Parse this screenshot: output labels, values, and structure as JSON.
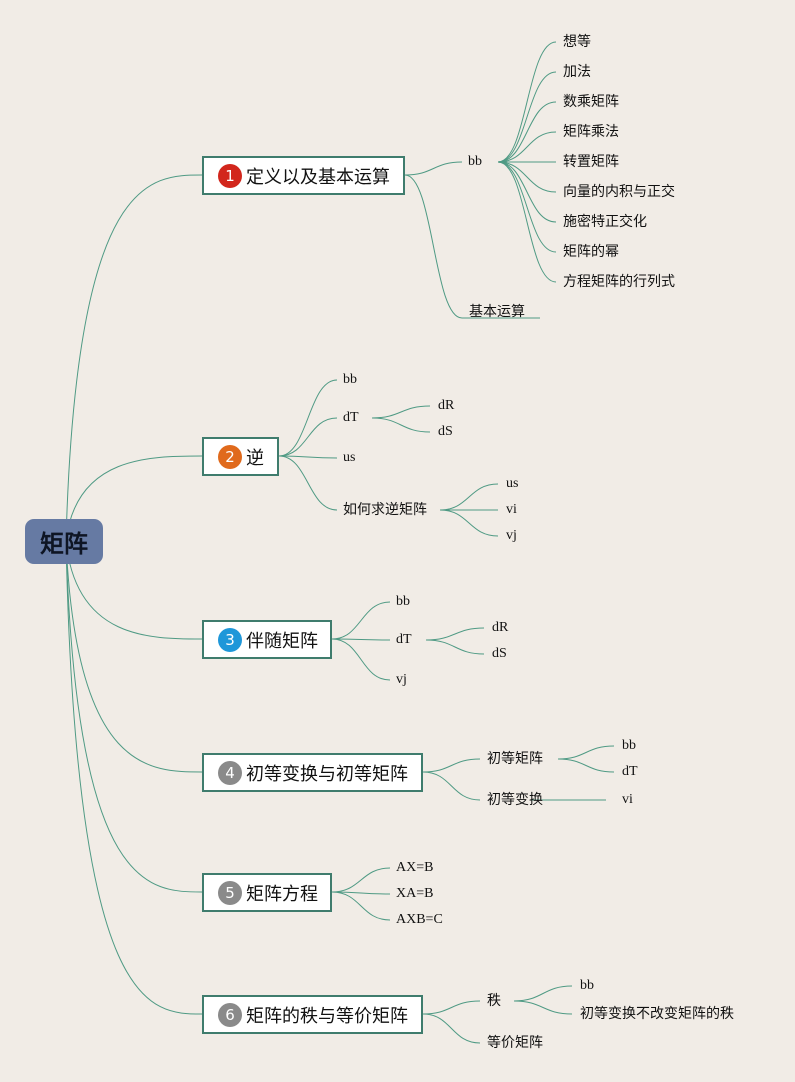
{
  "root": {
    "label": "矩阵"
  },
  "colors": {
    "badge1": "#d2261c",
    "badge2": "#e06a1c",
    "badge3": "#1e97d9",
    "badge_gray": "#8a8a8a",
    "line": "#4f9a84",
    "root_bg": "#667aa3"
  },
  "b1": {
    "num": "1",
    "label": "定义以及基本运算",
    "bb": "bb",
    "items": [
      "想等",
      "加法",
      "数乘矩阵",
      "矩阵乘法",
      "转置矩阵",
      "向量的内积与正交",
      "施密特正交化",
      "矩阵的幂",
      "方程矩阵的行列式"
    ],
    "ops": "基本运算"
  },
  "b2": {
    "num": "2",
    "label": "逆",
    "bb": "bb",
    "dT": "dT",
    "dR": "dR",
    "dS": "dS",
    "us": "us",
    "how": "如何求逆矩阵",
    "how_items": [
      "us",
      "vi",
      "vj"
    ]
  },
  "b3": {
    "num": "3",
    "label": "伴随矩阵",
    "bb": "bb",
    "dT": "dT",
    "dR": "dR",
    "dS": "dS",
    "vj": "vj"
  },
  "b4": {
    "num": "4",
    "label": "初等变换与初等矩阵",
    "c1": "初等矩阵",
    "c1_items": [
      "bb",
      "dT"
    ],
    "c2": "初等变换",
    "c2_item": "vi"
  },
  "b5": {
    "num": "5",
    "label": "矩阵方程",
    "items": [
      "AX=B",
      "XA=B",
      "AXB=C"
    ]
  },
  "b6": {
    "num": "6",
    "label": "矩阵的秩与等价矩阵",
    "c1": "秩",
    "c1_items": [
      "bb",
      "初等变换不改变矩阵的秩"
    ],
    "c2": "等价矩阵"
  }
}
